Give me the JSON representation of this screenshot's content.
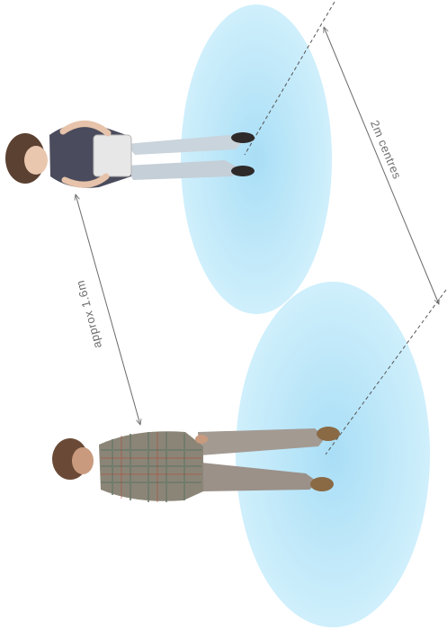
{
  "labels": {
    "distance_between_people": "approx 1.6m",
    "centre_spacing": "2m centres"
  },
  "colors": {
    "zone_fill": "#c6ecfa",
    "line": "#6a6a6a"
  },
  "icons": [
    "woman-with-laptop-figure",
    "man-in-plaid-shirt-figure"
  ]
}
